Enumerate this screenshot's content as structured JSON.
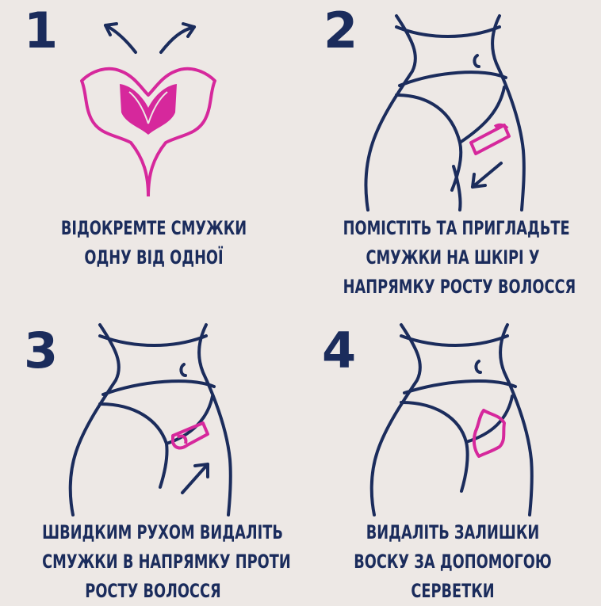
{
  "colors": {
    "background": "#ede8e5",
    "navy": "#1b2c5c",
    "magenta": "#d6289c"
  },
  "steps": [
    {
      "number": "1",
      "icon": "separate-strips-icon",
      "caption": [
        "ВІДОКРЕМТЕ СМУЖКИ",
        "ОДНУ ВІД ОДНОЇ"
      ]
    },
    {
      "number": "2",
      "icon": "apply-strip-icon",
      "caption": [
        "ПОМІСТІТЬ ТА ПРИГЛАДЬТЕ",
        "СМУЖКИ НА ШКІРІ У",
        "НАПРЯМКУ РОСТУ ВОЛОССЯ"
      ]
    },
    {
      "number": "3",
      "icon": "remove-strip-icon",
      "caption": [
        "ШВИДКИМ РУХОМ ВИДАЛІТЬ",
        "СМУЖКИ В НАПРЯМКУ ПРОТИ",
        "РОСТУ ВОЛОССЯ"
      ]
    },
    {
      "number": "4",
      "icon": "wipe-residue-icon",
      "caption": [
        "ВИДАЛІТЬ ЗАЛИШКИ",
        "ВОСКУ ЗА ДОПОМОГОЮ",
        "СЕРВЕТКИ"
      ]
    }
  ]
}
